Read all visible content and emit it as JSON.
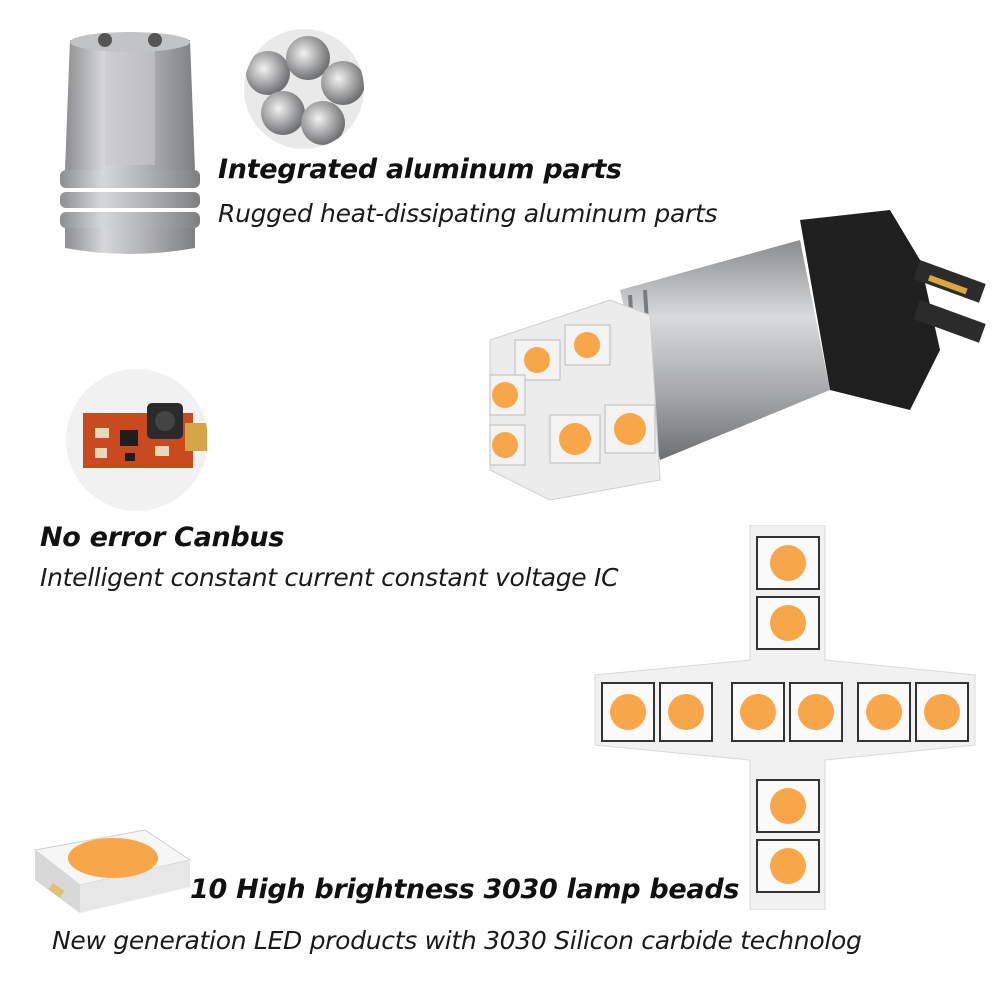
{
  "features": [
    {
      "title": "Integrated aluminum parts",
      "description": "Rugged heat-dissipating aluminum parts",
      "icon": "aluminum-part-icon"
    },
    {
      "title": "No error Canbus",
      "description": "Intelligent constant current constant voltage IC",
      "icon": "circuit-board-icon"
    },
    {
      "title": "10 High brightness 3030 lamp beads",
      "description": "New generation LED products with 3030 Silicon carbide technolog",
      "icon": "led-chip-icon"
    }
  ],
  "colors": {
    "led_amber": "#f7a64a",
    "aluminum": "#b9babc",
    "pcb": "#c94a1e",
    "socket": "#1f1f1f"
  }
}
